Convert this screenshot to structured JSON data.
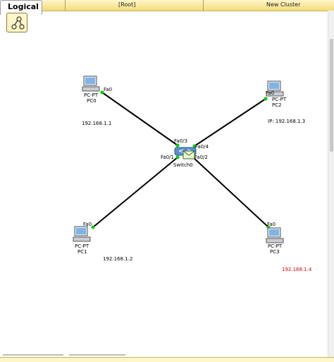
{
  "tabs": {
    "logical": "Logical",
    "root": "[Root]",
    "cluster": "New Cluster"
  },
  "devices": {
    "pc0": {
      "type": "PC-PT",
      "name": "PC0",
      "port": "Fa0",
      "ip": "192.168.1.1"
    },
    "pc1": {
      "type": "PC-PT",
      "name": "PC1",
      "port": "Fa0",
      "ip": "192.168.1.2"
    },
    "pc2": {
      "type": "PC-PT",
      "name": "PC2",
      "port": "Fa0",
      "ip": "IP:  192.168.1.3"
    },
    "pc3": {
      "type": "PC-PT",
      "name": "PC3",
      "port": "Fa0",
      "ip": "192.168.1.4"
    },
    "switch0": {
      "type": "Switch0",
      "ports": [
        "Fa0/3",
        "Fa0/4",
        "Fa0/1",
        "Fa0/2"
      ]
    }
  },
  "colors": {
    "accent": "#f3dc7c",
    "link": "#000000",
    "port": "#00cc00",
    "highlight_ip": "#e00000"
  }
}
